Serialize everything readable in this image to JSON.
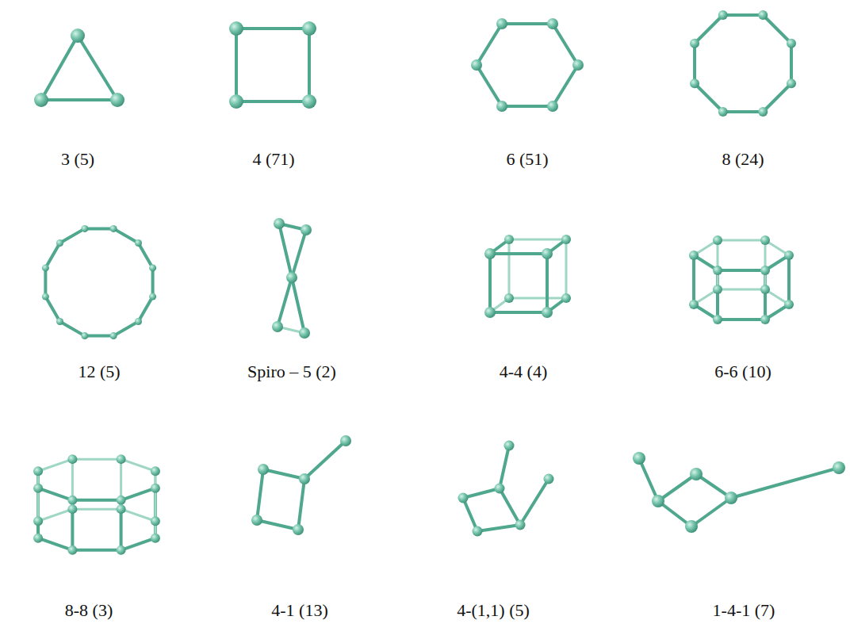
{
  "diagram": {
    "labels": [
      "3 (5)",
      "4 (71)",
      "6 (51)",
      "8 (24)",
      "12 (5)",
      "Spiro – 5 (2)",
      "4-4 (4)",
      "6-6 (10)",
      "8-8 (3)",
      "4-1 (13)",
      "4-(1,1) (5)",
      "1-4-1 (7)"
    ]
  }
}
